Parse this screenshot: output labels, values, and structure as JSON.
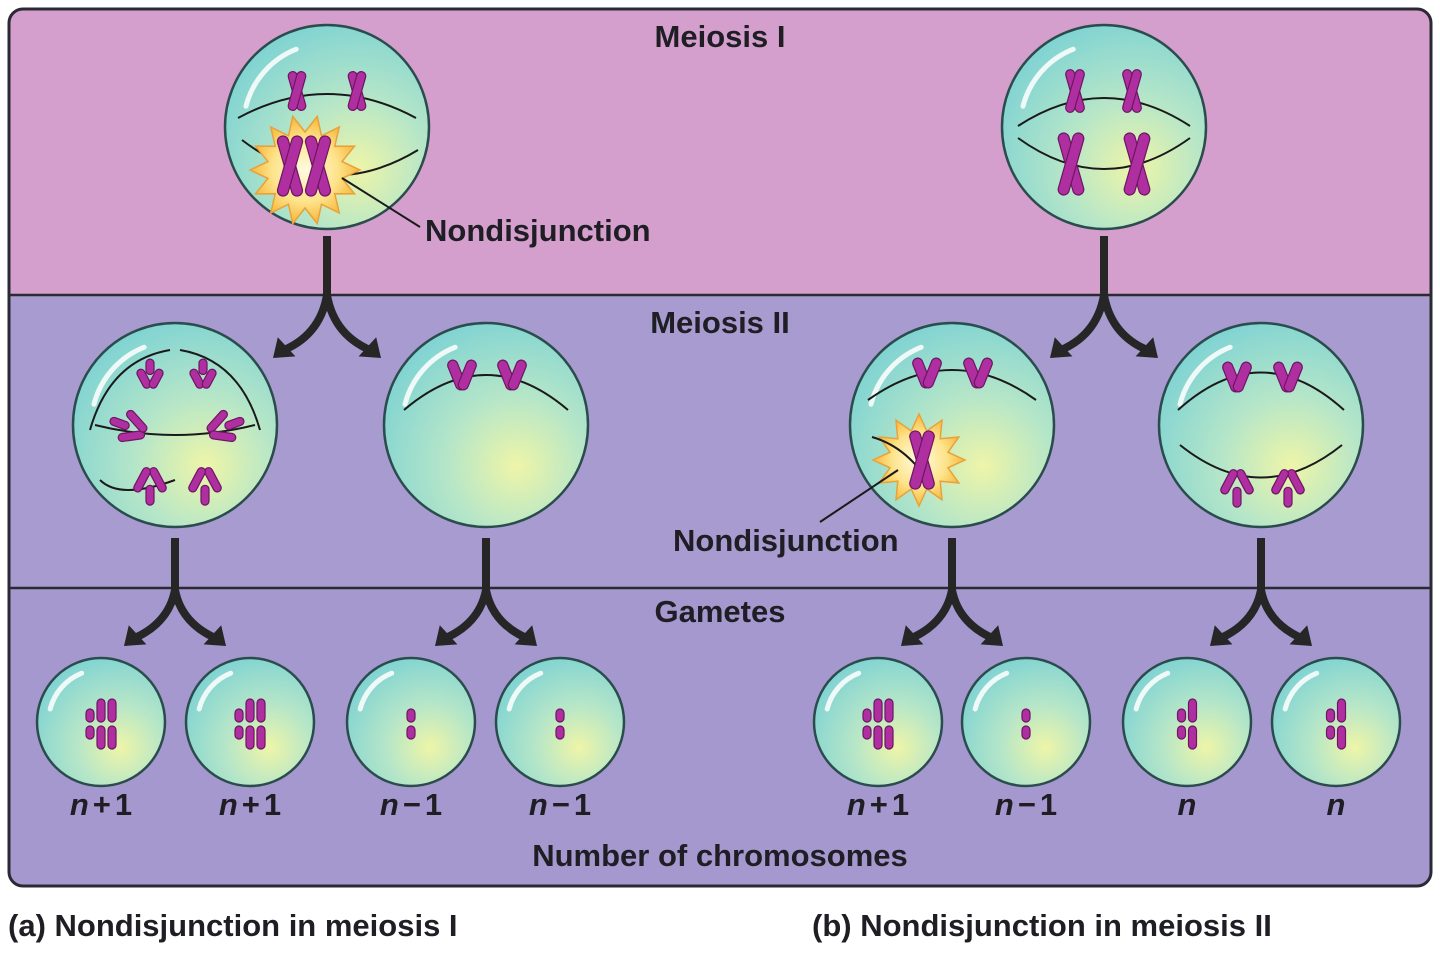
{
  "bands": {
    "meiosis1_title": "Meiosis I",
    "meiosis2_title": "Meiosis II",
    "gametes_title": "Gametes"
  },
  "labels": {
    "nondisjunction_a": "Nondisjunction",
    "nondisjunction_b": "Nondisjunction",
    "number_of_chromosomes": "Number of chromosomes"
  },
  "gamete_counts": [
    {
      "var": "n",
      "op": "+",
      "num": "1"
    },
    {
      "var": "n",
      "op": "+",
      "num": "1"
    },
    {
      "var": "n",
      "op": "−",
      "num": "1"
    },
    {
      "var": "n",
      "op": "−",
      "num": "1"
    },
    {
      "var": "n",
      "op": "+",
      "num": "1"
    },
    {
      "var": "n",
      "op": "−",
      "num": "1"
    },
    {
      "var": "n",
      "op": "",
      "num": ""
    },
    {
      "var": "n",
      "op": "",
      "num": ""
    }
  ],
  "captions": {
    "a": "(a) Nondisjunction in meiosis I",
    "b": "(b) Nondisjunction in meiosis II"
  },
  "colors": {
    "meiosis1_band": "#d59fcd",
    "meiosis2_band": "#a89bd0",
    "gametes_band": "#a598cf",
    "frame_border": "#2a2a34",
    "cell_center": "#e6f2a8",
    "cell_edge": "#7fd3d3",
    "chromosome": "#b02fa0",
    "burst": "#f8c64a"
  },
  "icons": {
    "cell": "cell-icon",
    "chromosome": "chromosome-icon",
    "arrow": "split-arrow-icon",
    "burst": "nondisjunction-burst-icon"
  }
}
